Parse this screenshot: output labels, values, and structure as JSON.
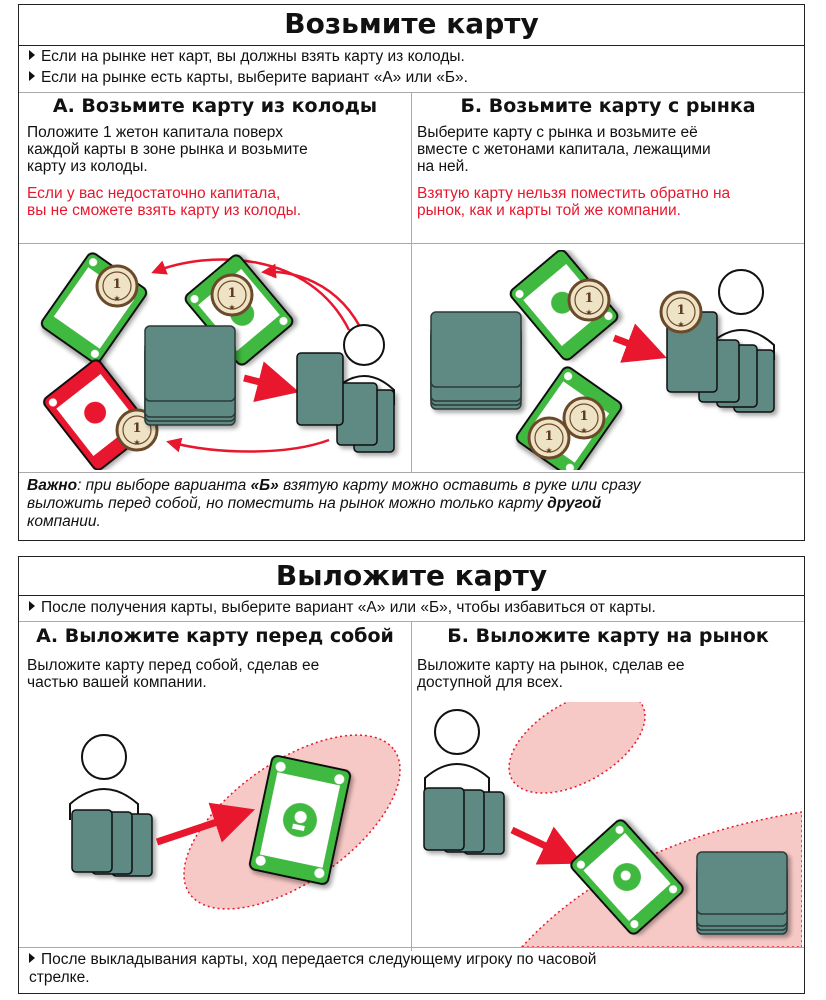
{
  "take": {
    "title": "Возьмите карту",
    "bullet1": "Если на рынке нет карт, вы должны взять карту из колоды.",
    "bullet2": "Если на рынке есть карты, выберите вариант «А» или «Б».",
    "optA": {
      "heading": "А. Возьмите карту из колоды",
      "line1": "Положите 1 жетон капитала поверх",
      "line2": "каждой карты в зоне рынка и возьмите",
      "line3": "карту из колоды.",
      "warn1": "Если у вас недостаточно капитала,",
      "warn2": "вы не сможете взять карту из колоды."
    },
    "optB": {
      "heading": "Б. Возьмите карту с рынка",
      "line1": "Выберите карту с рынка и возьмите её",
      "line2": "вместе с жетонами капитала, лежащими",
      "line3": "на ней.",
      "warn1": "Взятую карту нельзя поместить обратно на",
      "warn2": "рынок, как и карты той же компании."
    },
    "token_value": "1",
    "note": {
      "lead": "Важно",
      "part1": ": при выборе варианта ",
      "option": "«Б»",
      "part2": " взятую карту можно оставить в руке или сразу",
      "line2": "выложить перед собой, но поместить на рынок можно только карту ",
      "other": "другой",
      "line3": "компании."
    }
  },
  "play": {
    "title": "Выложите карту",
    "bullet1": "После получения карты, выберите вариант «А» или «Б», чтобы избавиться от карты.",
    "optA": {
      "heading": "А. Выложите карту перед собой",
      "line1": "Выложите карту перед собой, сделав ее",
      "line2": "частью вашей компании."
    },
    "optB": {
      "heading": "Б. Выложите карту на рынок",
      "line1": "Выложите карту на рынок, сделав ее",
      "line2": "доступной для всех."
    },
    "footer1": "После выкладывания карты, ход передается следующему игроку по часовой",
    "footer2": "стрелке."
  },
  "colors": {
    "green": "#3fb93f",
    "red": "#e8172d",
    "card_teal": "#5f8a83",
    "zone_pink": "#f7c9c6"
  }
}
